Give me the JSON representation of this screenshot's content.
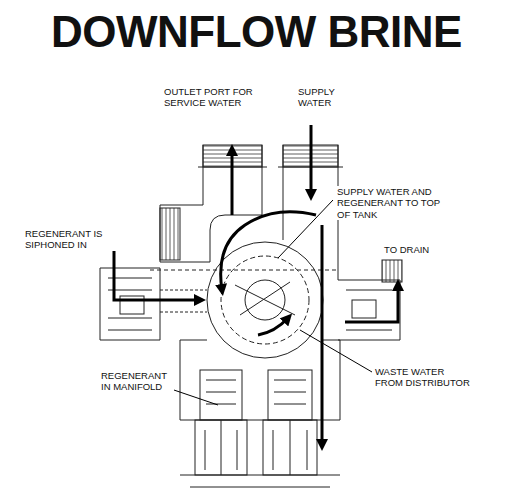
{
  "diagram": {
    "title": "DOWNFLOW BRINE",
    "labels": [
      "OUTLET PORT FOR SERVICE WATER",
      "SUPPLY WATER",
      "SUPPLY WATER AND REGENERANT TO TOP OF TANK",
      "REGENERANT IS SIPHONED IN",
      "TO DRAIN",
      "REGENERANT IN MANIFOLD",
      "WASTE WATER FROM DISTRIBUTOR"
    ]
  }
}
